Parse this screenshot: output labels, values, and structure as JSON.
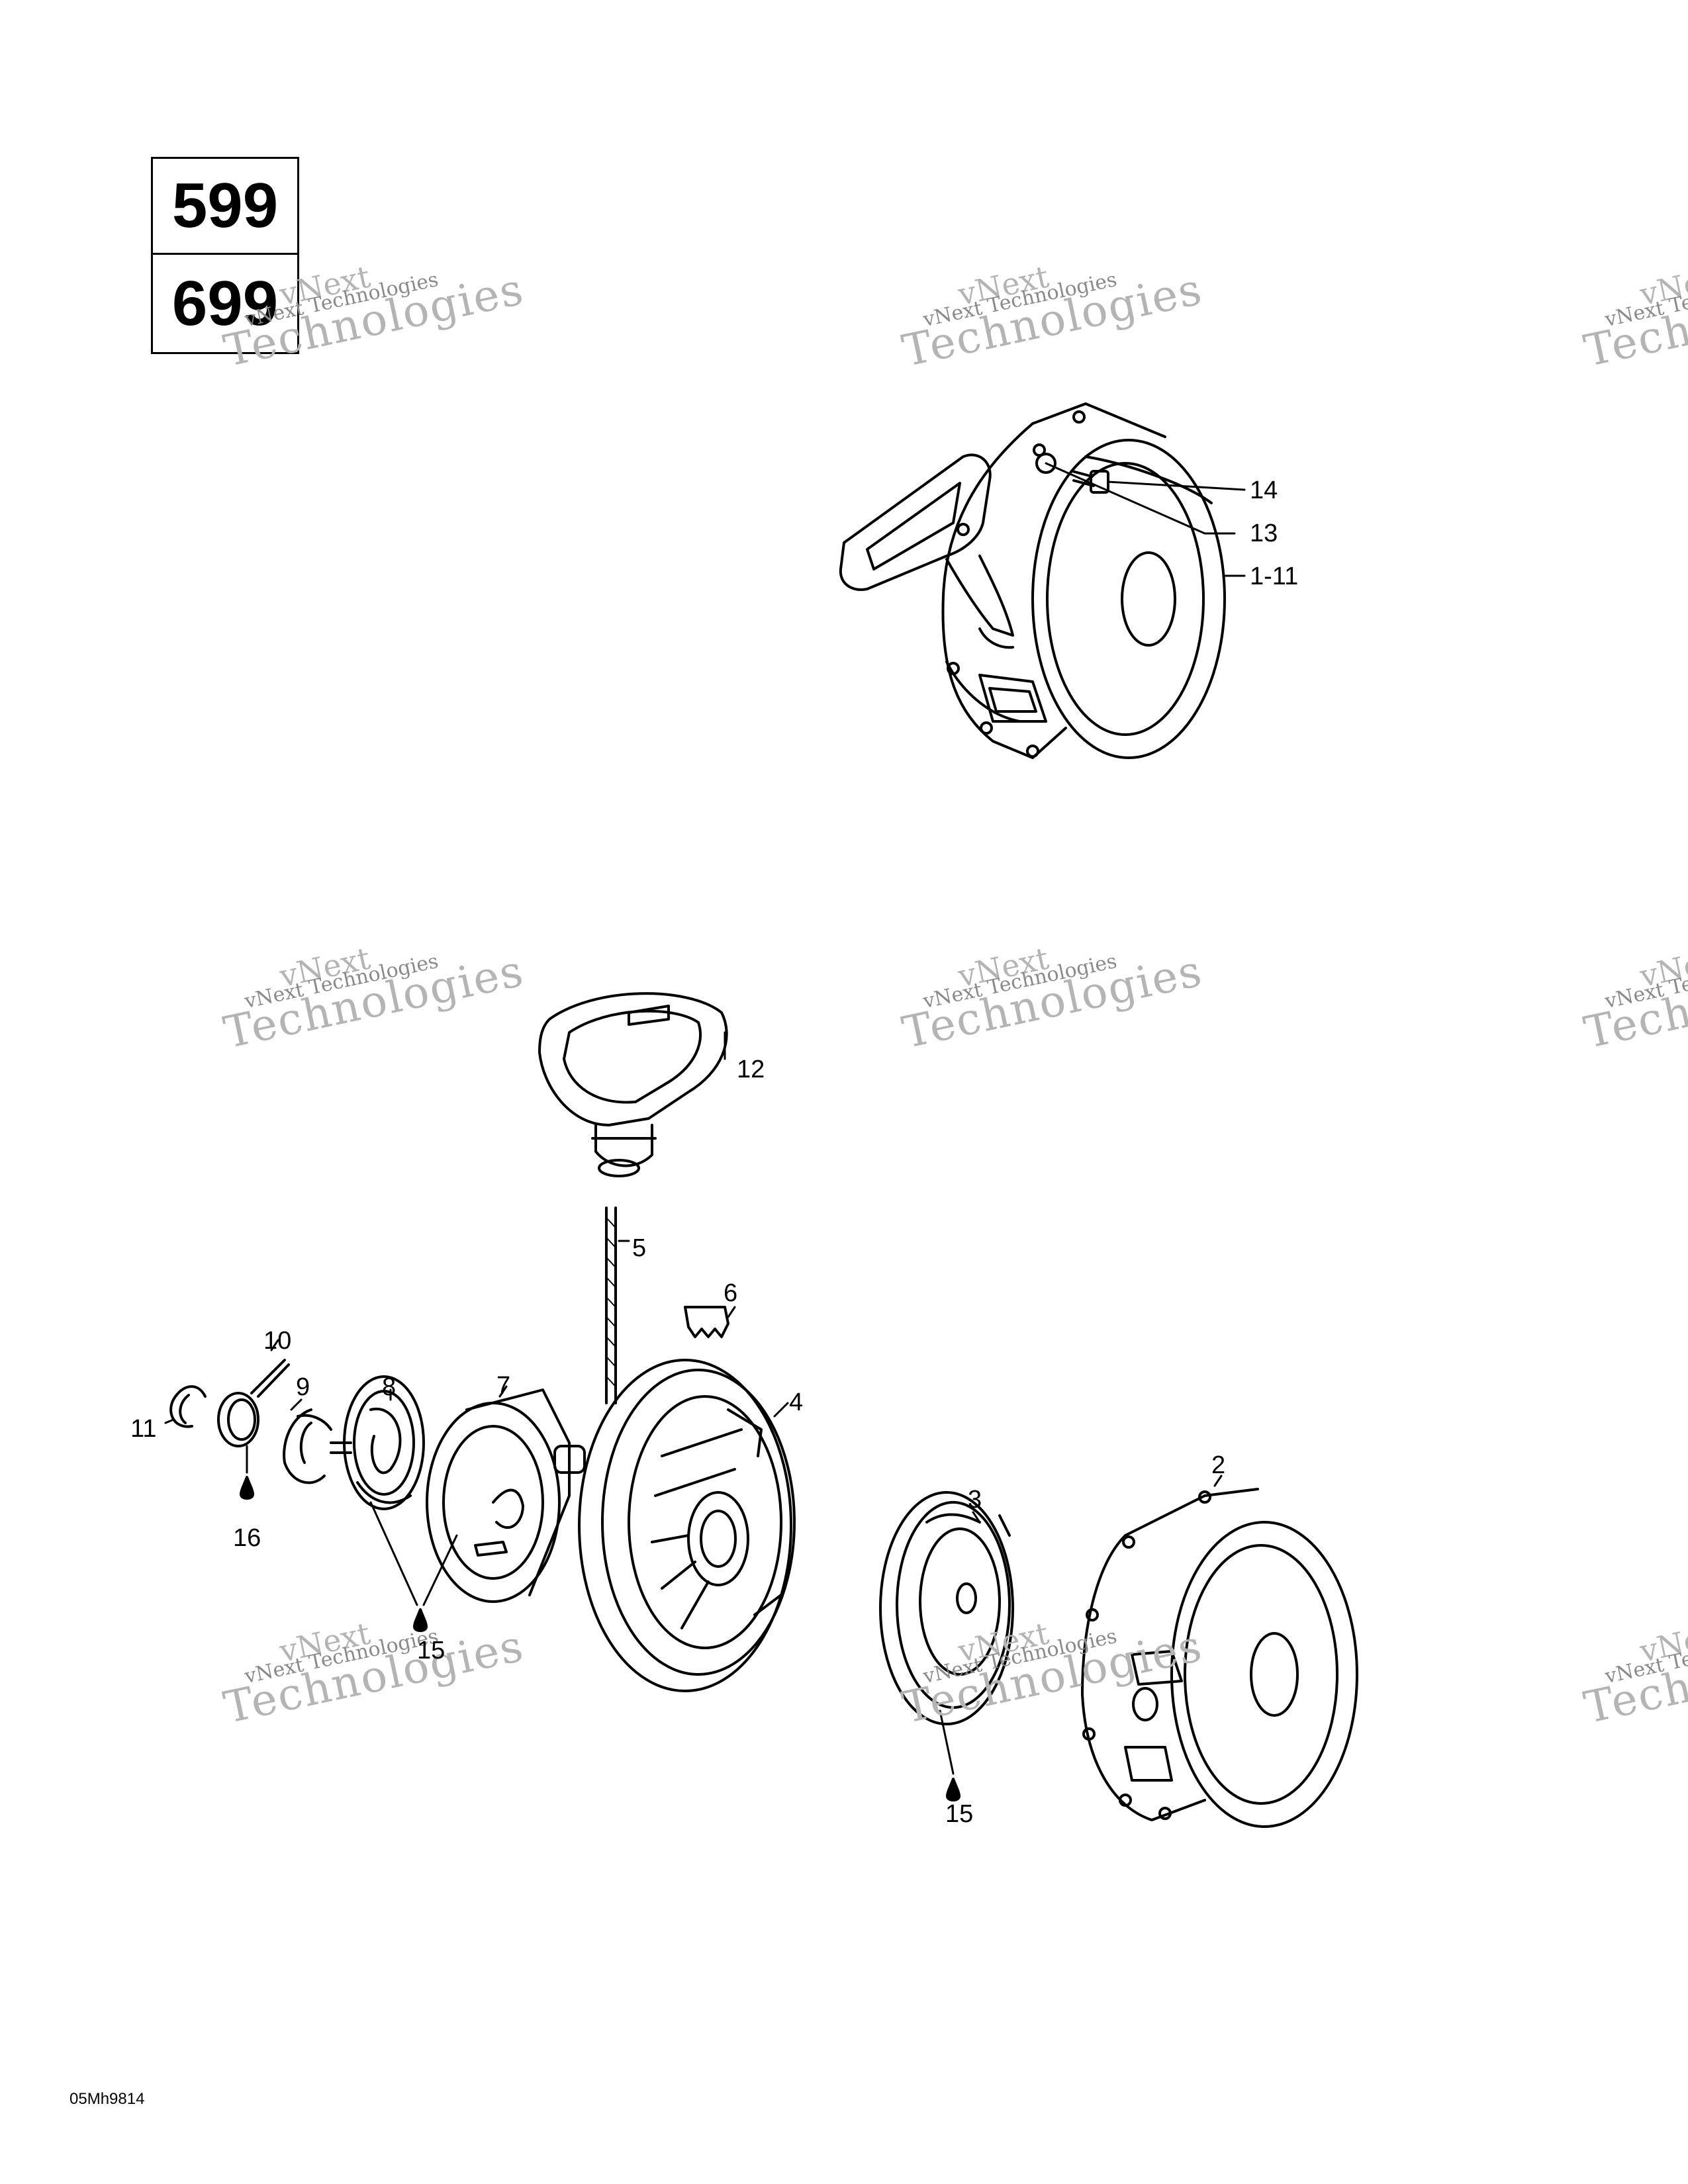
{
  "models": [
    "599",
    "699"
  ],
  "reference_code": "05Mh9814",
  "watermark": {
    "line1": "vNext",
    "line2": "vNext Technologies",
    "line3": "Technologies"
  },
  "callouts": {
    "c14": "14",
    "c13": "13",
    "c1_11": "1-11",
    "c12": "12",
    "c5": "5",
    "c6": "6",
    "c4": "4",
    "c7": "7",
    "c8": "8",
    "c9": "9",
    "c10": "10",
    "c11": "11",
    "c16": "16",
    "c15a": "15",
    "c3": "3",
    "c2": "2",
    "c15b": "15"
  }
}
